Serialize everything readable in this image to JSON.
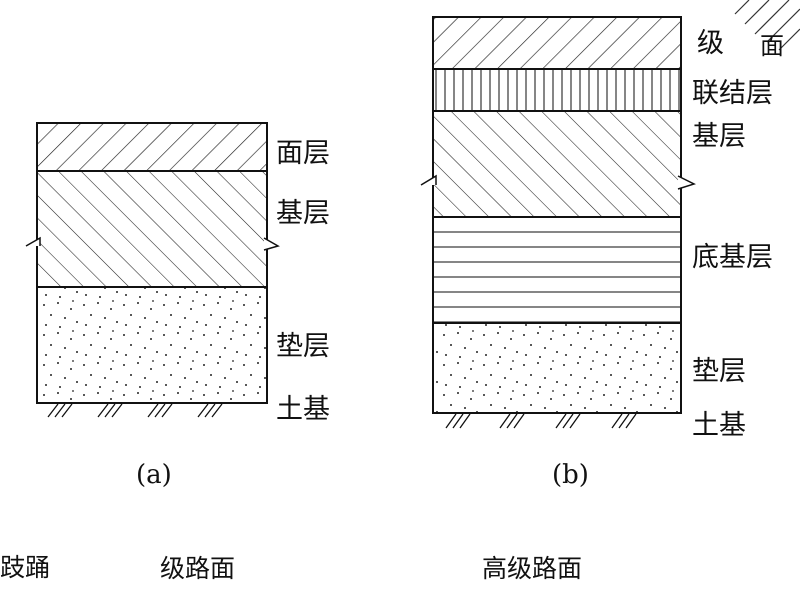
{
  "diagram_a": {
    "layers": [
      "面层",
      "基层",
      "垫层"
    ],
    "subgrade": "土基",
    "caption": "(a)"
  },
  "diagram_b": {
    "top_label_partial": "级",
    "top_label_partial_right": "面",
    "layers": [
      "联结层",
      "基层",
      "底基层",
      "垫层"
    ],
    "subgrade": "土基",
    "caption": "(b)"
  },
  "bottom_labels": {
    "left_fragment": "跂踊",
    "middle": "级路面",
    "right": "高级路面"
  }
}
